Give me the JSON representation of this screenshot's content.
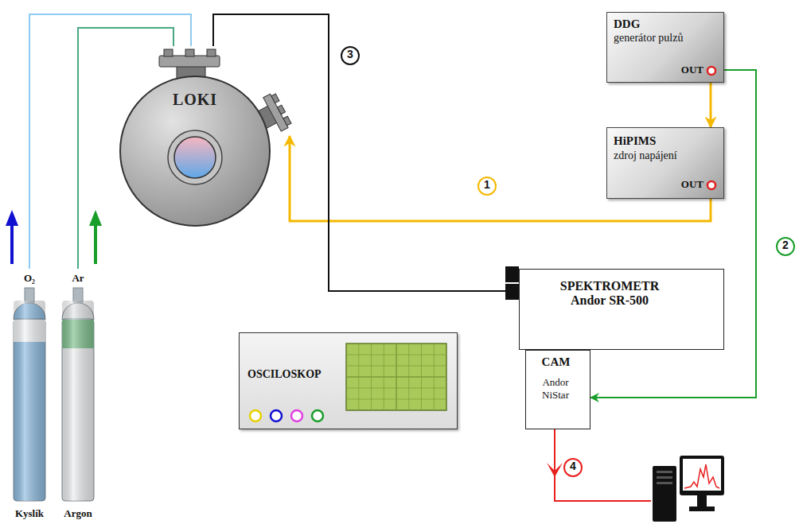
{
  "diagram": {
    "nodes": [
      {
        "text": [
          "LOKI"
        ]
      },
      {
        "text": [
          "DDG",
          "generátor pulzů",
          "OUT"
        ]
      },
      {
        "text": [
          "HiPIMS",
          "zdroj napájení",
          "OUT"
        ]
      },
      {
        "text": [
          "SPEKTROMETR Andor SR-500"
        ]
      },
      {
        "text": [
          "OSCILOSKOP"
        ]
      },
      {
        "text": [
          "CAM",
          "Andor NiStar"
        ]
      },
      {
        "text": [
          "O₂",
          "Kyslík"
        ]
      },
      {
        "text": [
          "Ar",
          "Argon"
        ]
      }
    ],
    "edges": [
      {
        "from": 1,
        "to": 2,
        "arrow": "to"
      },
      {
        "from": 2,
        "to": 0,
        "arrow": "to"
      },
      {
        "from": 1,
        "to": 5,
        "arrow": "to"
      },
      {
        "from": 0,
        "to": 3,
        "arrow": "to"
      },
      {
        "from": 6,
        "to": 0,
        "arrow": "none"
      },
      {
        "from": 7,
        "to": 0,
        "arrow": "none"
      }
    ],
    "labels": [
      "3",
      "1",
      "2",
      "4"
    ]
  }
}
